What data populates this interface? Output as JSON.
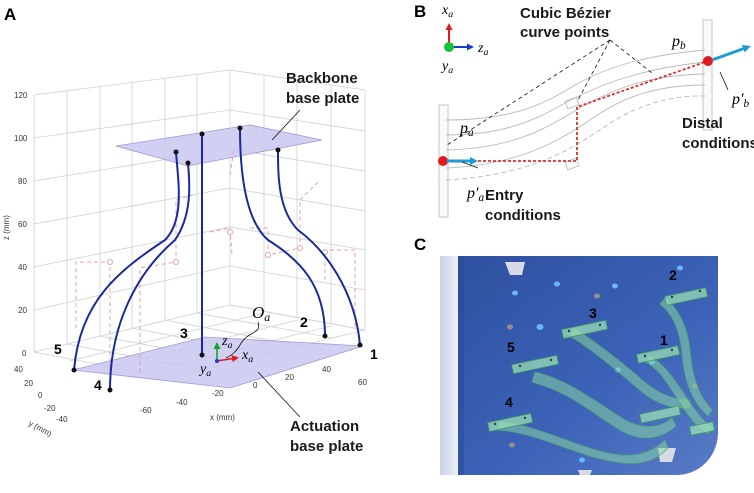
{
  "panels": {
    "a": "A",
    "b": "B",
    "c": "C"
  },
  "panel_a": {
    "callout_backbone": [
      "Backbone",
      "base plate"
    ],
    "callout_actuation": [
      "Actuation",
      "base plate"
    ],
    "axis_z_label": "z (mm)",
    "axis_x_label": "x (mm)",
    "axis_y_label": "y (mm)",
    "z_ticks": [
      "120",
      "100",
      "80",
      "60",
      "40",
      "20",
      "0"
    ],
    "x_ticks": [
      "-60",
      "-40",
      "-20",
      "0",
      "20",
      "40",
      "60"
    ],
    "y_ticks": [
      "40",
      "20",
      "0",
      "-20",
      "-40"
    ],
    "tendon_numbers": [
      "5",
      "4",
      "3",
      "2",
      "1"
    ],
    "frame": {
      "origin": "O",
      "origin_sub": "a",
      "z": "z",
      "x": "x",
      "y": "y",
      "sub": "a"
    }
  },
  "panel_b": {
    "callout_bezier": [
      "Cubic Bézier",
      "curve points"
    ],
    "callout_entry": [
      "Entry",
      "conditions"
    ],
    "callout_distal": [
      "Distal",
      "conditions"
    ],
    "point_pa": "p",
    "point_pa_prime": "p′",
    "point_pb": "p",
    "point_pb_prime": "p′",
    "sub_a": "a",
    "sub_b": "b",
    "frame": {
      "x": "x",
      "y": "y",
      "z": "z",
      "sub": "a"
    }
  },
  "panel_c": {
    "tendon_numbers": [
      "2",
      "3",
      "1",
      "5",
      "4"
    ]
  },
  "colors": {
    "tendon_blue": "#1a2a9c",
    "plate_lavender": "#c9c8f0",
    "dashed_red": "#d9302c",
    "pink_dash": "#e8a0a8",
    "arrow_cyan": "#1f9ad6",
    "cad_blue": "#3a5fb0",
    "cad_green": "#86d6a6"
  }
}
